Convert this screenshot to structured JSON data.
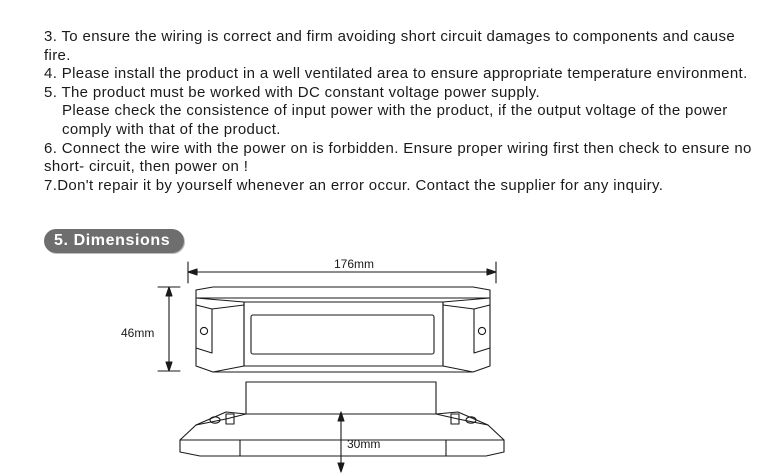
{
  "instructions": [
    "3. To ensure the wiring is correct and firm avoiding short circuit damages to components and cause fire.",
    "4. Please install the product in a well ventilated area to ensure appropriate temperature environment.",
    "5. The product must be worked with DC constant voltage power supply.",
    "Please check the consistence of input power with the product, if the output voltage of the power comply with that of the product.",
    "6. Connect the wire with the power on is forbidden. Ensure proper wiring first then check to ensure no short- circuit,  then power on !",
    "7.Don't repair it by yourself whenever an error occur. Contact the supplier for any inquiry."
  ],
  "section": {
    "title": "5. Dimensions"
  },
  "dimensions": {
    "width_label": "176mm",
    "height_label": "46mm",
    "depth_label": "30mm"
  }
}
